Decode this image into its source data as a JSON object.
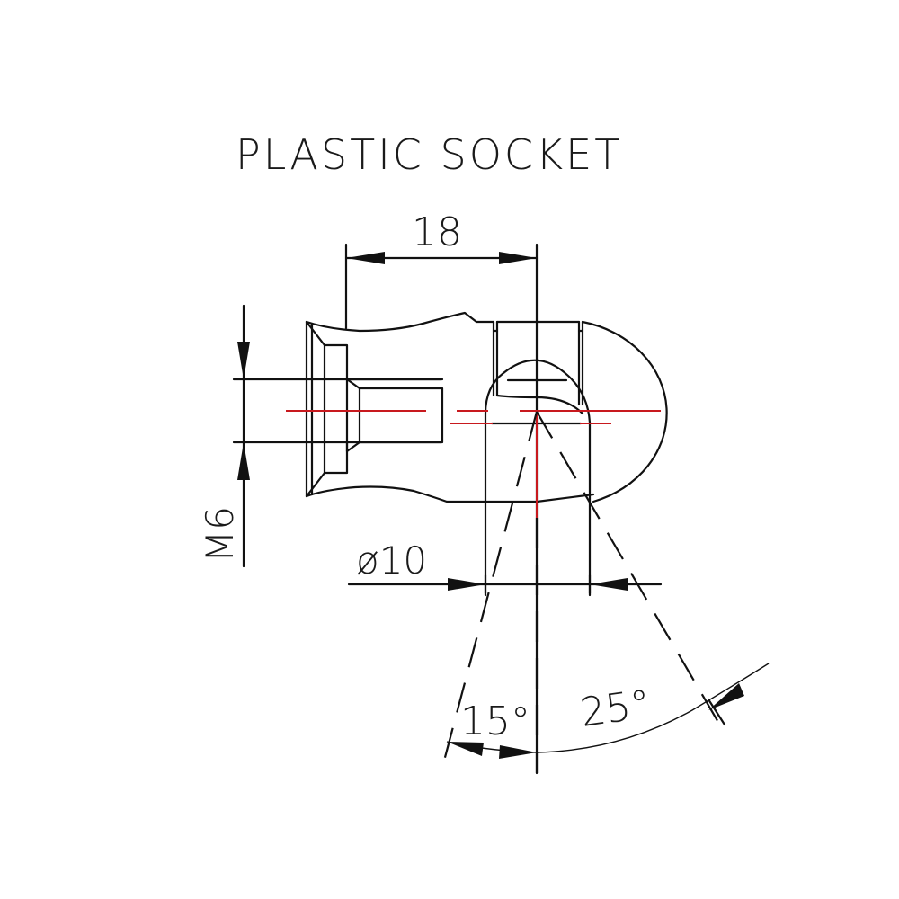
{
  "title": "PLASTIC SOCKET",
  "dimensions": {
    "length": "18",
    "thread": "M6",
    "ball_diameter": "ø10",
    "angle_left": "15°",
    "angle_right": "25°"
  },
  "colors": {
    "outline": "#111111",
    "centerline": "#c8191e",
    "background": "#ffffff"
  }
}
